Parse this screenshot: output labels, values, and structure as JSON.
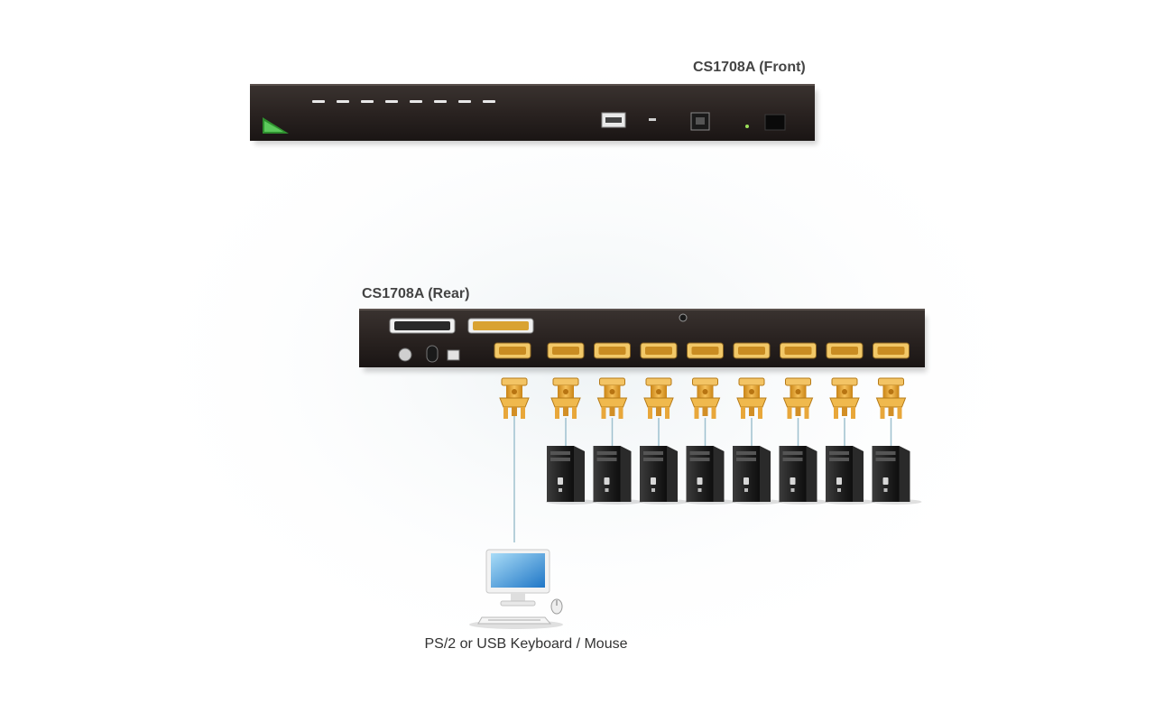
{
  "front_unit": {
    "label": "CS1708A (Front)",
    "port_led_count": 8
  },
  "rear_unit": {
    "label": "CS1708A (Rear)",
    "kvm_port_count": 8
  },
  "console": {
    "label": "PS/2 or USB Keyboard / Mouse"
  },
  "colors": {
    "chassis": "#2b2523",
    "connector": "#e6a53a",
    "brand_logo": "#3aa53a",
    "cable": "#9fc1cf",
    "led": "#9be05a"
  }
}
